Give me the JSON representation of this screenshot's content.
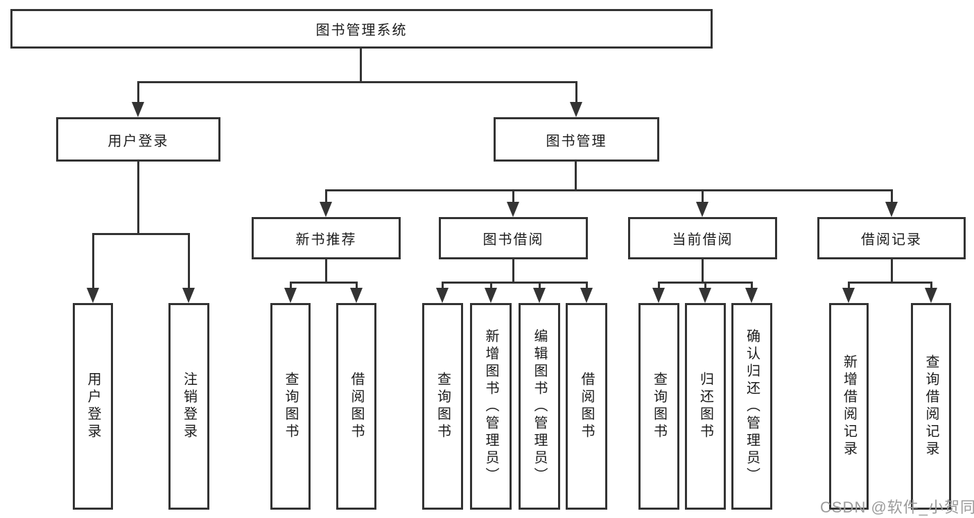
{
  "tree": {
    "root": {
      "label": "图书管理系统"
    },
    "children": [
      {
        "label": "用户登录",
        "children": [
          {
            "label": "用户登录"
          },
          {
            "label": "注销登录"
          }
        ]
      },
      {
        "label": "图书管理",
        "children": [
          {
            "label": "新书推荐",
            "children": [
              {
                "label": "查询图书"
              },
              {
                "label": "借阅图书"
              }
            ]
          },
          {
            "label": "图书借阅",
            "children": [
              {
                "label": "查询图书"
              },
              {
                "label": "新增图书（管理员）"
              },
              {
                "label": "编辑图书（管理员）"
              },
              {
                "label": "借阅图书"
              }
            ]
          },
          {
            "label": "当前借阅",
            "children": [
              {
                "label": "查询图书"
              },
              {
                "label": "归还图书"
              },
              {
                "label": "确认归还（管理员）"
              }
            ]
          },
          {
            "label": "借阅记录",
            "children": [
              {
                "label": "新增借阅记录"
              },
              {
                "label": "查询借阅记录"
              }
            ]
          }
        ]
      }
    ]
  },
  "watermark": {
    "text": "CSDN @软件_小贺同学"
  },
  "colors": {
    "line": "#333333",
    "text": "#1c1c1c",
    "watermark": "#9b9b9b",
    "background": "#ffffff"
  }
}
